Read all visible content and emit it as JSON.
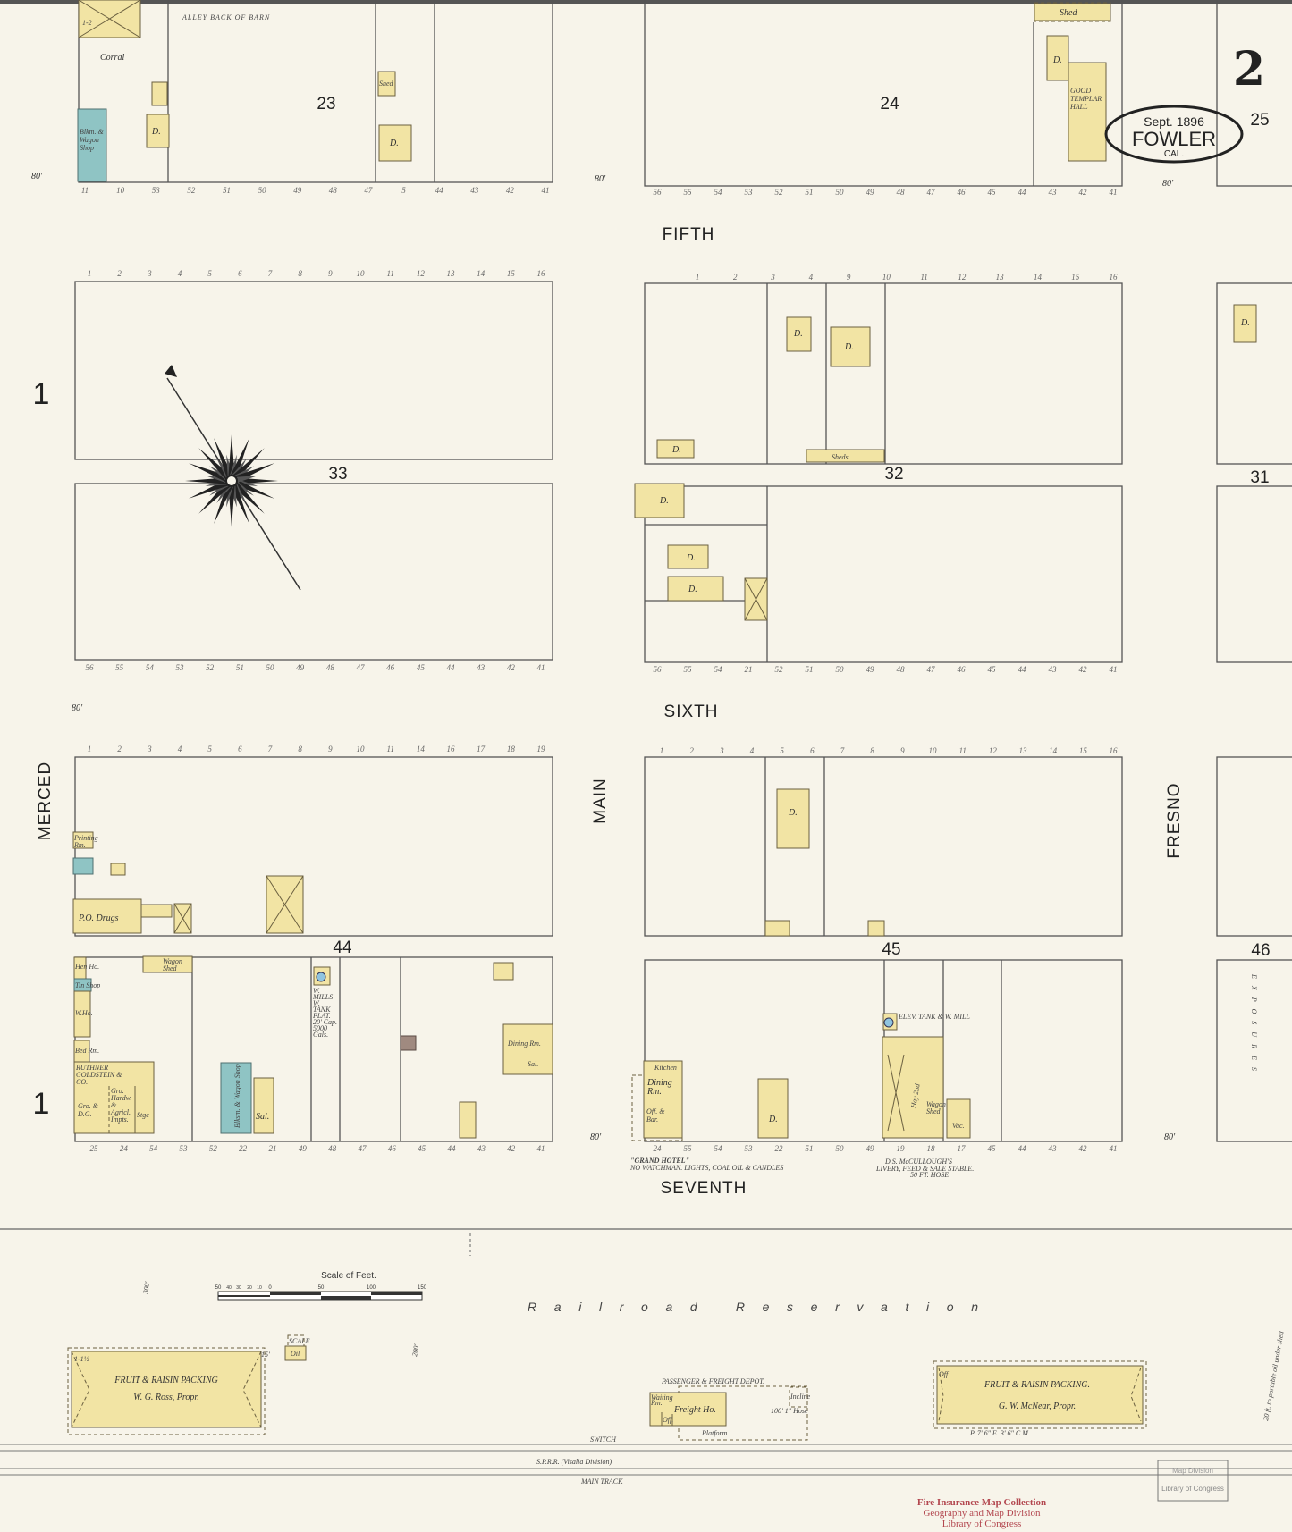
{
  "sheet": {
    "sheet_number": "2",
    "title_cartouche": {
      "date": "Sept. 1896",
      "town": "FOWLER",
      "state": "CAL."
    },
    "adjoining_sheet_left_top": "1",
    "adjoining_sheet_left_bottom": "1"
  },
  "streets": {
    "fifth": "FIFTH",
    "sixth": "SIXTH",
    "seventh": "SEVENTH",
    "merced": "MERCED",
    "main": "MAIN",
    "fresno": "FRESNO",
    "exposure": "E X P O S U R E S",
    "alley": "ALLEY BACK OF BARN",
    "widths": [
      "80'",
      "80'",
      "80'",
      "80'",
      "80'",
      "80'"
    ]
  },
  "blocks": [
    "23",
    "24",
    "25",
    "33",
    "32",
    "31",
    "44",
    "45",
    "46"
  ],
  "buildings": {
    "stable": "1-2",
    "corral": "Corral",
    "blacksmith_1": "Blkm. & Wagon Shop",
    "dwelling": "D.",
    "shed": "Shed",
    "good_templar_hall": "GOOD TEMPLAR HALL",
    "sheds": "Sheds",
    "po_drugs": "P.O. Drugs",
    "print": "Printing Rm.",
    "ruthner": "RUTHNER GOLDSTEIN & CO.",
    "gro_dg": "Gro. & D.G.",
    "gro_hardw": "Gro. Hardw. & Agricl. Impts.",
    "stge": "Stge",
    "who": "W.Ho.",
    "tin": "Tin Shop",
    "bed_rm": "Bed Rm.",
    "hen_ho": "Hen Ho.",
    "wagon_shed": "Wagon Shed",
    "blacksmith_2": "Blksm. & Wagon Shop",
    "sal": "Sal.",
    "tank": "W. MILLS W. TANK PLAT. 20' Cap. 5000 Gals.",
    "dining": "Dining Rm.",
    "kitchen": "Kitchen",
    "office": "Off. & Bar.",
    "grand_hotel": "\"GRAND HOTEL\"",
    "grand_hotel_note": "NO WATCHMAN. LIGHTS, COAL OIL & CANDLES",
    "hay": "Hay 2nd",
    "wagon_shed_2": "Wagon Shed",
    "vac": "Vac.",
    "elev_tank": "ELEV. TANK & W. MILL",
    "livery_owner": "D.S. McCULLOUGH'S",
    "livery": "LIVERY, FEED & SALE STABLE.",
    "livery_note": "50 FT. HOSE",
    "fruit_left": "FRUIT & RAISIN PACKING",
    "fruit_left_owner": "W. G. Ross, Propr.",
    "fruit_left_height": "1-1½",
    "oil": "Oil",
    "scales": "SCALE",
    "depot": "PASSENGER & FREIGHT DEPOT.",
    "freight": "Freight Ho.",
    "platform": "Platform",
    "waiting": "Waiting Rm.",
    "depot_office": "Off.",
    "fruit_right": "FRUIT & RAISIN PACKING.",
    "fruit_right_owner": "G. W. McNear, Propr.",
    "fruit_right_office": "Off.",
    "fruit_right_platform": "P. 7' 6\" E. 3' 6\" C.M.",
    "hose_note": "20 ft. to portable oil under shed",
    "hose_reel": "100' 1\" Hose",
    "incline": "Incline"
  },
  "railroad": {
    "reservation": "Railroad Reservation",
    "switch": "SWITCH",
    "line": "S.P.R.R. (Visalia Division)",
    "main_track": "MAIN TRACK",
    "dist_300": "300'",
    "dist_200": "200'",
    "dist_15": "15'"
  },
  "scale": {
    "title": "Scale of Feet.",
    "ticks": [
      "50",
      "40",
      "30",
      "20",
      "10",
      "0",
      "50",
      "100",
      "150"
    ]
  },
  "lots": {
    "b23_bottom": [
      "11",
      "10",
      "53",
      "52",
      "51",
      "50",
      "49",
      "48",
      "47",
      "5",
      "44",
      "43",
      "42",
      "41"
    ],
    "b24_bottom": [
      "56",
      "55",
      "54",
      "53",
      "52",
      "51",
      "50",
      "49",
      "48",
      "47",
      "46",
      "45",
      "44",
      "43",
      "42",
      "41"
    ],
    "b33_top": [
      "1",
      "2",
      "3",
      "4",
      "5",
      "6",
      "7",
      "8",
      "9",
      "10",
      "11",
      "12",
      "13",
      "14",
      "15",
      "16"
    ],
    "b33_bottom": [
      "56",
      "55",
      "54",
      "53",
      "52",
      "51",
      "50",
      "49",
      "48",
      "47",
      "46",
      "45",
      "44",
      "43",
      "42",
      "41"
    ],
    "b32_top": [
      "1",
      "2",
      "3",
      "4",
      "9",
      "10",
      "11",
      "12",
      "13",
      "14",
      "15",
      "16"
    ],
    "b32_bottom": [
      "56",
      "55",
      "54",
      "21",
      "52",
      "51",
      "50",
      "49",
      "48",
      "47",
      "46",
      "45",
      "44",
      "43",
      "42",
      "41"
    ],
    "b44_top": [
      "1",
      "2",
      "3",
      "4",
      "5",
      "6",
      "7",
      "8",
      "9",
      "10",
      "11",
      "14",
      "16",
      "17",
      "18",
      "19"
    ],
    "b44_bottom": [
      "25",
      "24",
      "54",
      "53",
      "52",
      "22",
      "21",
      "49",
      "48",
      "47",
      "46",
      "45",
      "44",
      "43",
      "42",
      "41"
    ],
    "b45_top": [
      "1",
      "2",
      "3",
      "4",
      "5",
      "6",
      "7",
      "8",
      "9",
      "10",
      "11",
      "12",
      "13",
      "14",
      "15",
      "16"
    ],
    "b45_bottom": [
      "24",
      "55",
      "54",
      "53",
      "22",
      "51",
      "50",
      "49",
      "19",
      "18",
      "17",
      "45",
      "44",
      "43",
      "42",
      "41"
    ]
  },
  "stamps": {
    "collection": "Fire Insurance Map Collection",
    "division": "Geography and Map Division",
    "library": "Library of Congress",
    "map_division": "Map Division",
    "library_box": "Library of Congress"
  },
  "colors": {
    "paper": "#f7f4ea",
    "frame": "#f2e4a4",
    "brick": "#8fc4c4",
    "special": "#a08a80"
  }
}
